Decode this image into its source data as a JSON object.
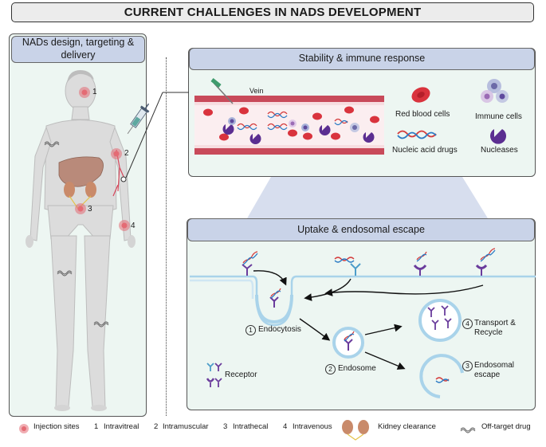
{
  "title": "CURRENT CHALLENGES IN NADS DEVELOPMENT",
  "left_panel": {
    "header": "NADs design, targeting & delivery",
    "site_numbers": [
      "1",
      "2",
      "3",
      "4"
    ]
  },
  "stability_panel": {
    "header": "Stability & immune response",
    "vein_label": "Vein",
    "legend": {
      "rbc": "Red blood cells",
      "immune": "Immune cells",
      "nad": "Nucleic acid drugs",
      "nuclease": "Nucleases"
    }
  },
  "uptake_panel": {
    "header": "Uptake & endosomal escape",
    "steps": {
      "endocytosis_num": "1",
      "endocytosis": "Endocytosis",
      "endosome_num": "2",
      "endosome": "Endosome",
      "transport_num": "4",
      "transport": "Transport &",
      "recycle": "Recycle",
      "escape_num": "3",
      "escape1": "Endosomal",
      "escape2": "escape"
    },
    "receptor_label": "Receptor"
  },
  "footer_legend": {
    "injection": "Injection sites",
    "i1": "1",
    "i1_label": "Intravitreal",
    "i2": "2",
    "i2_label": "Intramuscular",
    "i3": "3",
    "i3_label": "Intrathecal",
    "i4": "4",
    "i4_label": "Intravenous",
    "kidney": "Kidney clearance",
    "offtarget": "Off-target drug"
  },
  "colors": {
    "panel_bg": "#edf6f2",
    "header_bg": "#c9d3e8",
    "vein": "#c84a5a",
    "rbc": "#d9333d",
    "nuclease": "#5b2e91",
    "receptor": "#6a3c9c"
  }
}
